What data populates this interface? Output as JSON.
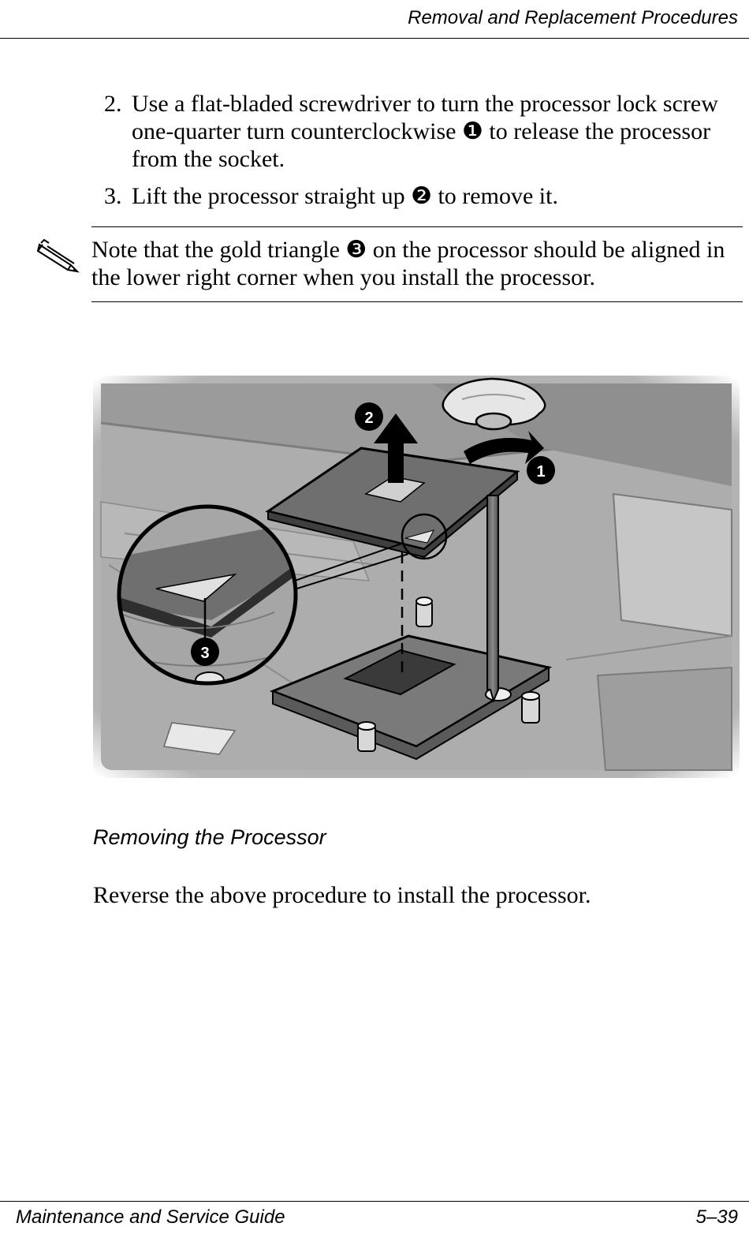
{
  "header": {
    "title": "Removal and Replacement Procedures"
  },
  "steps": [
    {
      "number": "2.",
      "text": "Use a flat-bladed screwdriver to turn the processor lock screw one-quarter turn counterclockwise ❶ to release the processor from the socket."
    },
    {
      "number": "3.",
      "text": "Lift the processor straight up ❷ to remove it."
    }
  ],
  "note": {
    "icon": "pencil-icon",
    "text": "Note that the gold triangle ❸ on the processor should be aligned in the lower right corner when you install the processor."
  },
  "figure": {
    "callouts": [
      "1",
      "2",
      "3"
    ]
  },
  "caption": "Removing the Processor",
  "paragraph": "Reverse the above procedure to install the processor.",
  "footer": {
    "left": "Maintenance and Service Guide",
    "right": "5–39"
  }
}
